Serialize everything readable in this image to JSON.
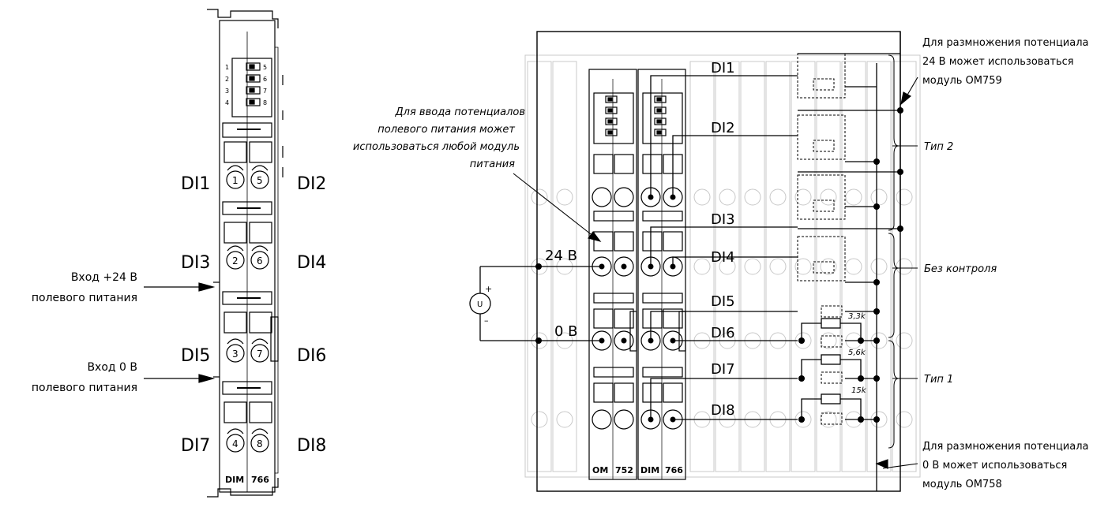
{
  "left_module": {
    "label_left": "DIM",
    "label_right": "766",
    "switch_left": [
      "1",
      "2",
      "3",
      "4"
    ],
    "switch_right": [
      "5",
      "6",
      "7",
      "8"
    ],
    "terminals": [
      {
        "left": "1",
        "right": "5"
      },
      {
        "left": "2",
        "right": "6"
      },
      {
        "left": "3",
        "right": "7"
      },
      {
        "left": "4",
        "right": "8"
      }
    ],
    "di_left": [
      "DI1",
      "DI3",
      "DI5",
      "DI7"
    ],
    "di_right": [
      "DI2",
      "DI4",
      "DI6",
      "DI8"
    ],
    "input_plus": [
      "Вход +24 В",
      "полевого питания"
    ],
    "input_zero": [
      "Вход 0 В",
      "полевого питания"
    ]
  },
  "right_diagram": {
    "feed_note": [
      "Для ввода потенциалов",
      "полевого питания может",
      "использоваться любой модуль",
      "питания"
    ],
    "v24": "24 В",
    "v0": "0 В",
    "source_symbol": "U",
    "source_plus": "+",
    "source_minus": "–",
    "module_om": "OM",
    "module_om_num": "752",
    "module_dim": "DIM",
    "module_dim_num": "766",
    "di": [
      "DI1",
      "DI2",
      "DI3",
      "DI4",
      "DI5",
      "DI6",
      "DI7",
      "DI8"
    ],
    "resistors": [
      "3,3k",
      "5,6k",
      "15k"
    ],
    "note_top": [
      "Для размножения потенциала",
      "24 В может использоваться",
      "модуль ОМ759"
    ],
    "note_bottom": [
      "Для размножения потенциала",
      "0 В может использоваться",
      "модуль ОМ758"
    ],
    "type2": "Тип 2",
    "no_control": "Без контроля",
    "type1": "Тип 1"
  }
}
